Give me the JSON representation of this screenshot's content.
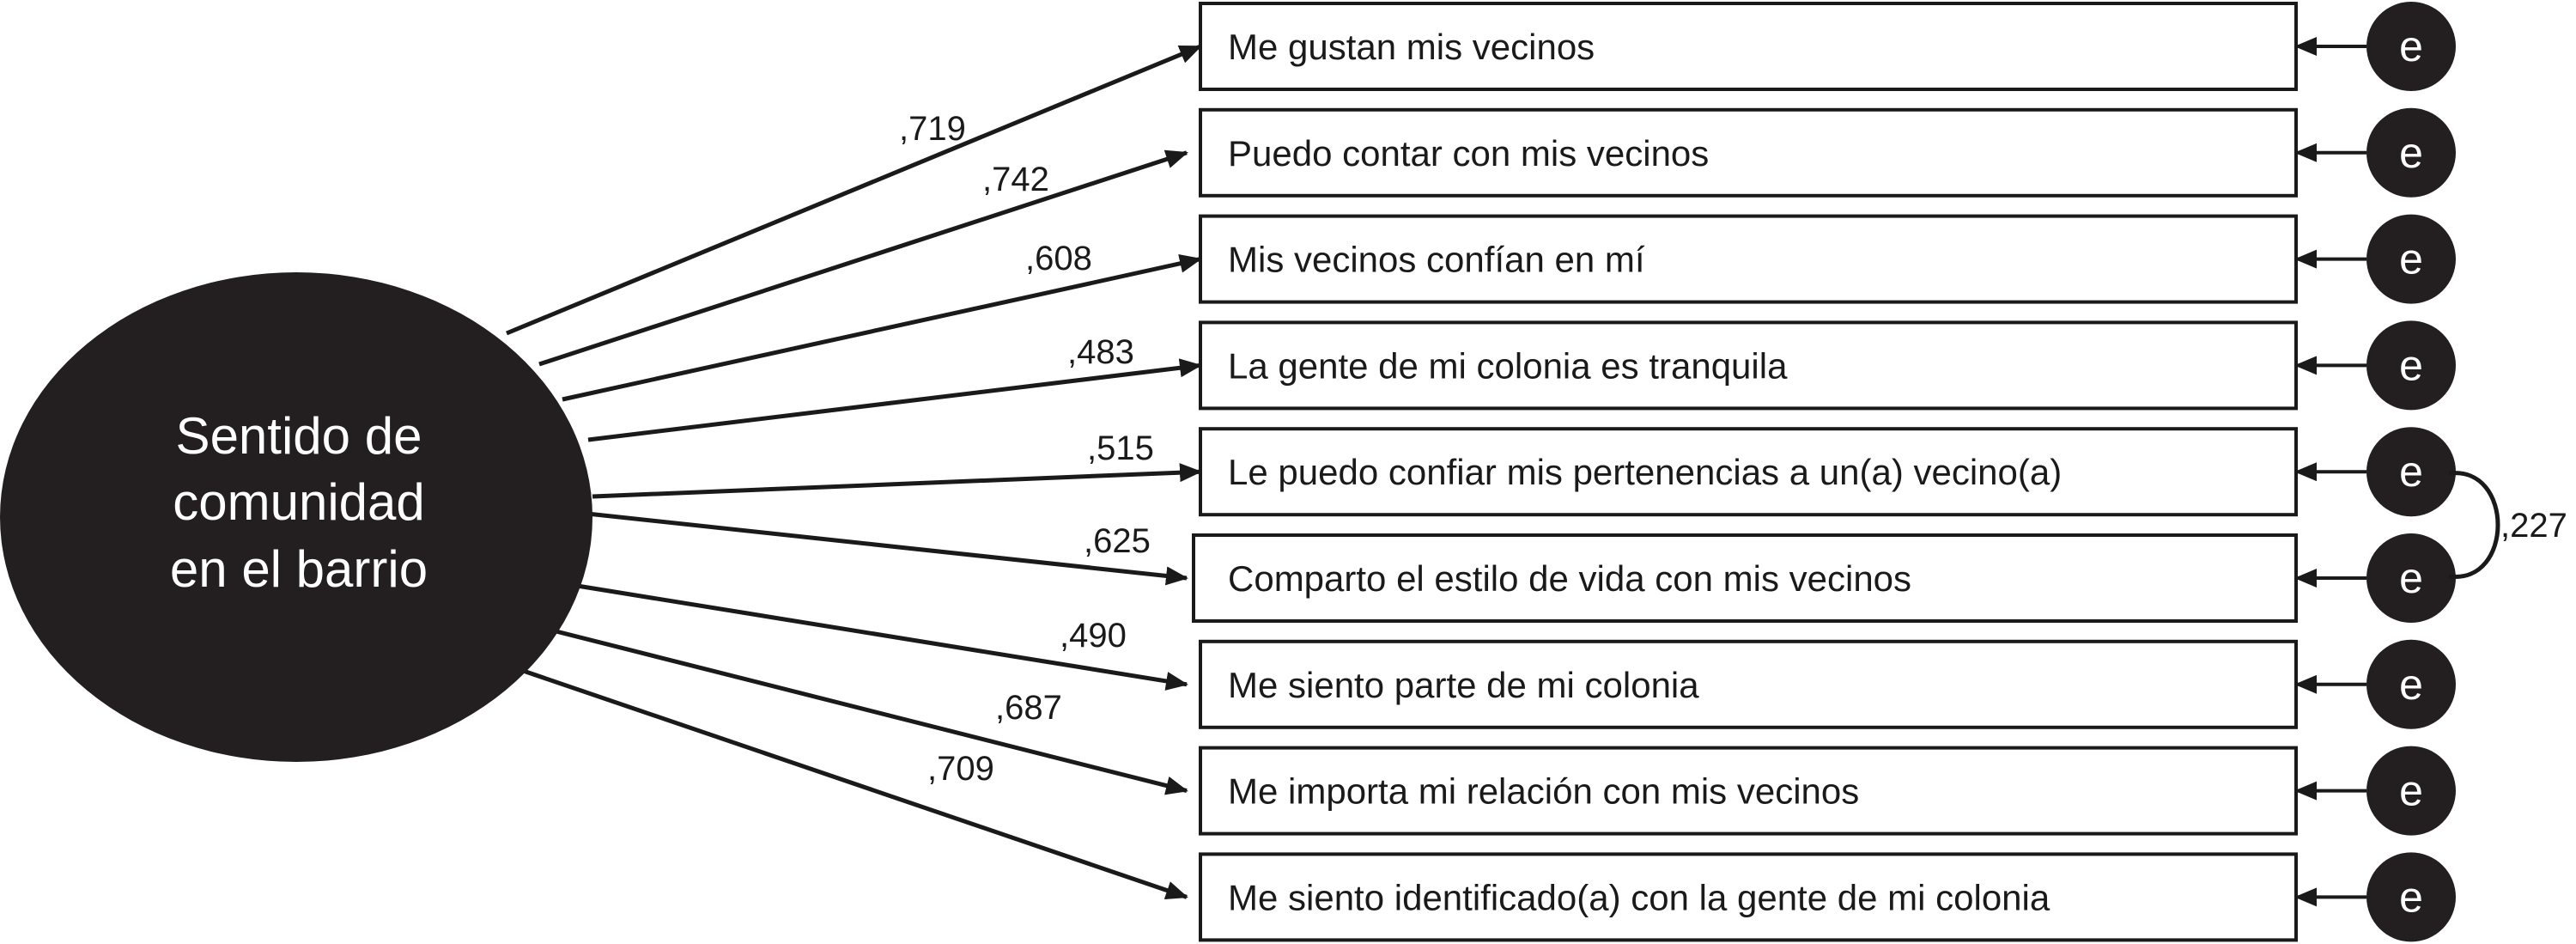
{
  "latent": {
    "label_lines": [
      "Sentido de",
      "comunidad",
      "en el barrio"
    ]
  },
  "items": [
    {
      "label": "Me gustan mis vecinos",
      "loading": ",719",
      "error": "e"
    },
    {
      "label": "Puedo contar con mis vecinos",
      "loading": ",742",
      "error": "e"
    },
    {
      "label": "Mis vecinos confían en mí",
      "loading": ",608",
      "error": "e"
    },
    {
      "label": "La gente de mi colonia es tranquila",
      "loading": ",483",
      "error": "e"
    },
    {
      "label": "Le puedo confiar mis pertenencias a un(a) vecino(a)",
      "loading": ",515",
      "error": "e"
    },
    {
      "label": "Comparto el estilo de vida con mis vecinos",
      "loading": ",625",
      "error": "e"
    },
    {
      "label": "Me siento parte de mi colonia",
      "loading": ",490",
      "error": "e"
    },
    {
      "label": "Me importa mi relación con mis vecinos",
      "loading": ",687",
      "error": "e"
    },
    {
      "label": "Me siento identificado(a) con la gente de mi colonia",
      "loading": ",709",
      "error": "e"
    }
  ],
  "error_covariance": {
    "between_items": [
      5,
      6
    ],
    "value": ",227"
  },
  "colors": {
    "latent_fill": "#231f20",
    "error_fill": "#231f20",
    "box_stroke": "#1a1a1a",
    "line": "#1a1a1a"
  }
}
